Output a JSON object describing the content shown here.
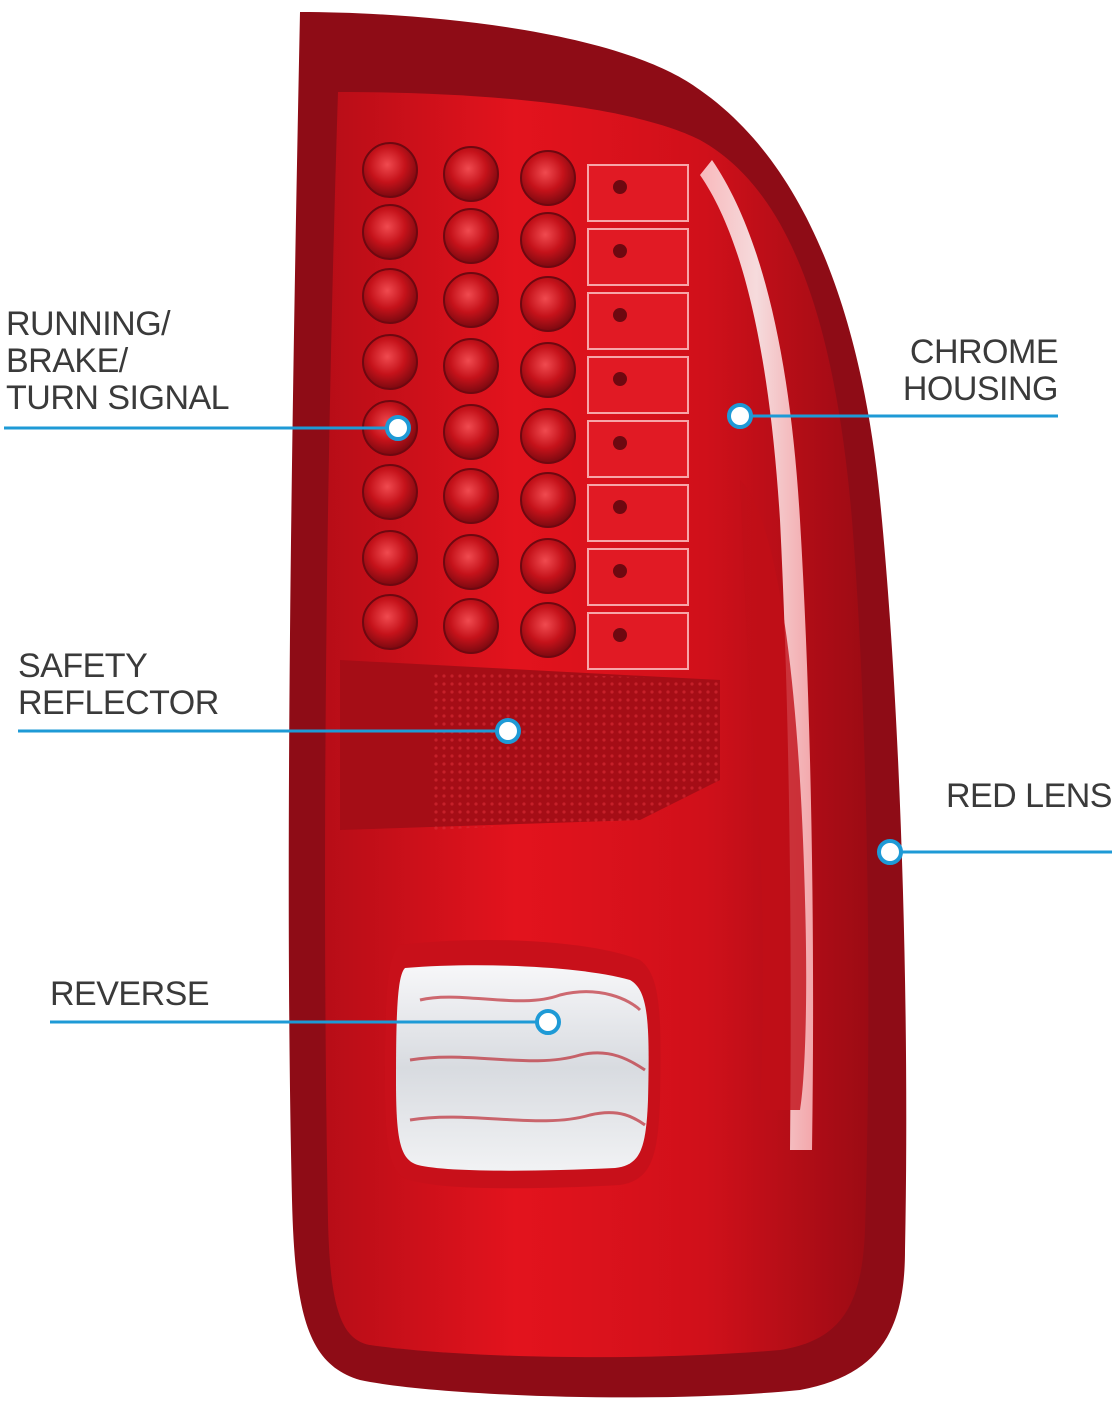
{
  "colors": {
    "callout_line": "#1e9ad6",
    "label_text": "#3a3a3a",
    "lens_red": "#d6121b",
    "housing_dark_red": "#8e0c16",
    "chrome": "#eef0f2"
  },
  "callouts": {
    "running_brake_turn": {
      "lines": [
        "RUNNING/",
        "BRAKE/",
        "TURN SIGNAL"
      ]
    },
    "safety_reflector": {
      "lines": [
        "SAFETY",
        "REFLECTOR"
      ]
    },
    "reverse": {
      "lines": [
        "REVERSE"
      ]
    },
    "chrome_housing": {
      "lines": [
        "CHROME",
        "HOUSING"
      ]
    },
    "red_lens": {
      "lines": [
        "RED LENS"
      ]
    }
  }
}
